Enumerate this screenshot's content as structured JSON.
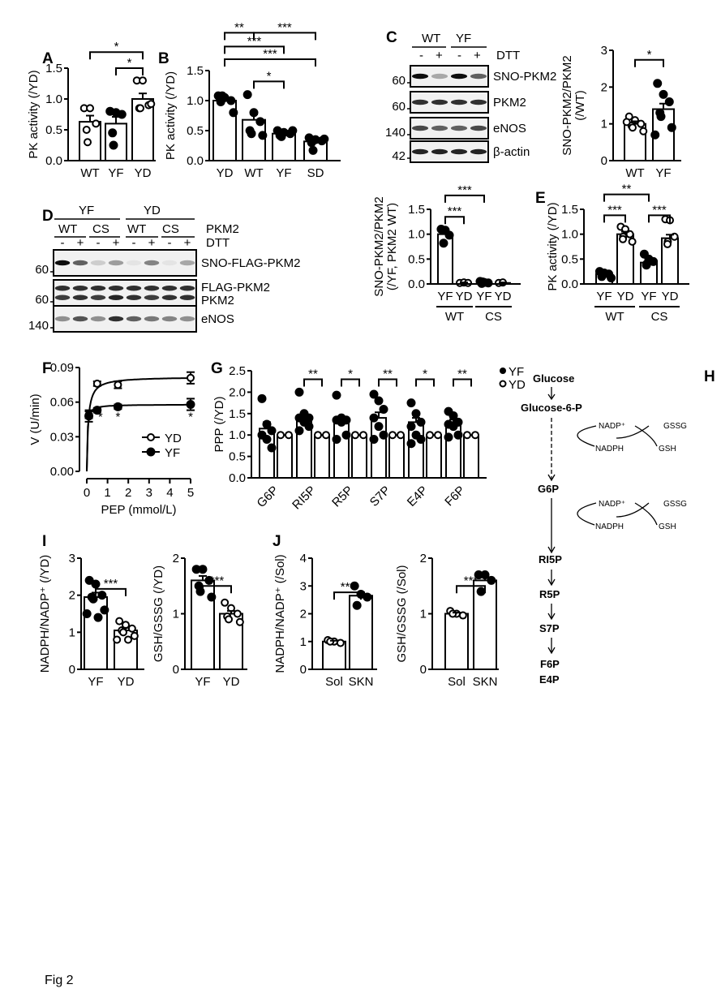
{
  "panels": [
    "A",
    "B",
    "C",
    "D",
    "E",
    "F",
    "G",
    "H",
    "I",
    "J"
  ],
  "figure_label": "Fig 2",
  "blot_c": {
    "groups": [
      "WT",
      "YF"
    ],
    "dtt": [
      "-",
      "+",
      "-",
      "+"
    ],
    "dtt_label": "DTT",
    "rows": [
      {
        "mw": "60",
        "label": "SNO-PKM2"
      },
      {
        "mw": "60",
        "label": "PKM2"
      },
      {
        "mw": "140",
        "label": "eNOS"
      },
      {
        "mw": "42",
        "label": "β-actin"
      }
    ]
  },
  "blot_d": {
    "groups": [
      "YF",
      "YD"
    ],
    "subgroups": [
      "WT",
      "CS",
      "WT",
      "CS"
    ],
    "subgroup_label": "PKM2",
    "dtt": [
      "-",
      "+",
      "-",
      "+",
      "-",
      "+",
      "-",
      "+"
    ],
    "dtt_label": "DTT",
    "rows": [
      {
        "mw": "60",
        "label": "SNO-FLAG-PKM2"
      },
      {
        "mw": "60",
        "label": "FLAG-PKM2",
        "label2": "PKM2"
      },
      {
        "mw": "140",
        "label": "eNOS"
      }
    ]
  },
  "pathway": {
    "glucose": "Glucose",
    "g6p_long": "Glucose-6-P",
    "nadp1": "NADP⁺",
    "gssg1": "GSSG",
    "nadph1": "NADPH",
    "gsh1": "GSH",
    "g6p": "G6P",
    "nadp2": "NADP⁺",
    "gssg2": "GSSG",
    "nadph2": "NADPH",
    "gsh2": "GSH",
    "ri5p": "RI5P",
    "r5p": "R5P",
    "s7p": "S7P",
    "f6p": "F6P",
    "e4p": "E4P"
  },
  "chart_data": [
    {
      "id": "A",
      "type": "bar",
      "ylabel": [
        "PK activity (/YD)"
      ],
      "ylim": [
        0,
        1.5
      ],
      "yticks": [
        0,
        0.5,
        1.0,
        1.5
      ],
      "ytick_labels": [
        "0.0",
        "0.5",
        "1.0",
        "1.5"
      ],
      "categories": [
        "WT",
        "YF",
        "YD"
      ],
      "values": [
        0.63,
        0.6,
        1.0
      ],
      "sem": [
        0.1,
        0.11,
        0.09
      ],
      "markers": [
        "open",
        "filled",
        "open"
      ],
      "points": [
        [
          0.85,
          0.85,
          0.6,
          0.5,
          0.3
        ],
        [
          0.8,
          0.78,
          0.75,
          0.45,
          0.25
        ],
        [
          1.3,
          1.3,
          0.9,
          0.85,
          0.85,
          0.92
        ]
      ],
      "brackets": [
        {
          "a": 0,
          "b": 2,
          "y": 1.76,
          "label": "*"
        },
        {
          "a": 1,
          "b": 2,
          "y": 1.5,
          "label": "*"
        }
      ]
    },
    {
      "id": "B",
      "type": "bar",
      "ylabel": [
        "PK activity (/YD)"
      ],
      "ylim": [
        0,
        1.5
      ],
      "yticks": [
        0,
        0.5,
        1.0,
        1.5
      ],
      "ytick_labels": [
        "0.0",
        "0.5",
        "1.0",
        "1.5"
      ],
      "categories": [
        "YD",
        "WT",
        "YF",
        "SD"
      ],
      "values": [
        1.0,
        0.68,
        0.45,
        0.32
      ],
      "sem": [
        0.03,
        0.09,
        0.03,
        0.03
      ],
      "markers": [
        "filled",
        "filled",
        "filled",
        "filled"
      ],
      "points": [
        [
          1.08,
          1.05,
          1.0,
          0.98,
          1.08,
          0.8
        ],
        [
          1.1,
          0.8,
          0.65,
          0.5,
          0.45,
          0.42
        ],
        [
          0.5,
          0.47,
          0.45,
          0.42,
          0.4,
          0.5
        ],
        [
          0.38,
          0.35,
          0.33,
          0.3,
          0.17,
          0.36
        ]
      ],
      "brackets": [
        {
          "a": 0,
          "b": 1,
          "y": 2.13,
          "label": "**"
        },
        {
          "a": 1,
          "b": 3,
          "y": 2.13,
          "label": "***"
        },
        {
          "a": 0,
          "b": 2,
          "y": 1.9,
          "label": "***"
        },
        {
          "a": 0,
          "b": 3,
          "y": 1.69,
          "label": "***"
        },
        {
          "a": 1,
          "b": 2,
          "y": 1.32,
          "label": "*"
        }
      ]
    },
    {
      "id": "C",
      "type": "bar",
      "ylabel": [
        "SNO-PKM2/PKM2",
        "(/WT)"
      ],
      "ylim": [
        0,
        3
      ],
      "yticks": [
        0,
        1,
        2,
        3
      ],
      "ytick_labels": [
        "0",
        "1",
        "2",
        "3"
      ],
      "categories": [
        "WT",
        "YF"
      ],
      "values": [
        1.0,
        1.4
      ],
      "sem": [
        0.07,
        0.15
      ],
      "markers": [
        "open",
        "filled"
      ],
      "points": [
        [
          1.2,
          1.1,
          1.0,
          0.95,
          0.9,
          0.8,
          1.05
        ],
        [
          2.1,
          1.8,
          1.6,
          1.3,
          1.2,
          0.9,
          0.7
        ]
      ],
      "brackets": [
        {
          "a": 0,
          "b": 1,
          "y": 2.74,
          "label": "*"
        }
      ]
    },
    {
      "id": "D",
      "type": "bar",
      "ylabel": [
        "SNO-PKM2/PKM2",
        "(/YF, PKM2 WT)"
      ],
      "ylim": [
        0,
        1.5
      ],
      "yticks": [
        0,
        0.5,
        1.0,
        1.5
      ],
      "ytick_labels": [
        "0.0",
        "0.5",
        "1.0",
        "1.5"
      ],
      "categories": [
        "YF",
        "YD",
        "YF",
        "YD"
      ],
      "groups": [
        {
          "label": "WT",
          "from": 0,
          "to": 1
        },
        {
          "label": "CS",
          "from": 2,
          "to": 3
        }
      ],
      "values": [
        1.0,
        0.02,
        0.03,
        0.02
      ],
      "sem": [
        0.06,
        0.01,
        0.02,
        0.01
      ],
      "markers": [
        "filled",
        "open",
        "filled",
        "open"
      ],
      "points": [
        [
          1.1,
          1.08,
          0.98,
          0.82
        ],
        [
          0.02,
          0.03,
          0.02
        ],
        [
          0.05,
          0.03,
          0.02,
          0.04,
          0.01
        ],
        [
          0.02,
          0.03
        ]
      ],
      "brackets": [
        {
          "a": 0,
          "b": 1,
          "y": 1.35,
          "label": "***"
        },
        {
          "a": 0,
          "b": 2,
          "y": 1.78,
          "label": "***"
        }
      ]
    },
    {
      "id": "E",
      "type": "bar",
      "ylabel": [
        "PK activity (/YD)"
      ],
      "ylim": [
        0,
        1.5
      ],
      "yticks": [
        0,
        0.5,
        1.0,
        1.5
      ],
      "ytick_labels": [
        "0.0",
        "0.5",
        "1.0",
        "1.5"
      ],
      "categories": [
        "YF",
        "YD",
        "YF",
        "YD"
      ],
      "groups": [
        {
          "label": "WT",
          "from": 0,
          "to": 1
        },
        {
          "label": "CS",
          "from": 2,
          "to": 3
        }
      ],
      "values": [
        0.2,
        1.0,
        0.43,
        0.92
      ],
      "sem": [
        0.02,
        0.05,
        0.04,
        0.07
      ],
      "markers": [
        "filled",
        "open",
        "filled",
        "open"
      ],
      "points": [
        [
          0.25,
          0.22,
          0.2,
          0.18,
          0.15,
          0.12
        ],
        [
          1.15,
          1.1,
          1.0,
          0.95,
          0.9,
          0.85
        ],
        [
          0.6,
          0.5,
          0.45,
          0.4,
          0.38
        ],
        [
          1.3,
          1.28,
          0.95,
          0.85,
          0.8
        ]
      ],
      "brackets": [
        {
          "a": 0,
          "b": 1,
          "y": 1.38,
          "label": "***"
        },
        {
          "a": 2,
          "b": 3,
          "y": 1.38,
          "label": "***"
        },
        {
          "a": 0,
          "b": 2,
          "y": 1.8,
          "label": "**"
        }
      ]
    },
    {
      "id": "F",
      "type": "line",
      "xlabel": "PEP (mmol/L)",
      "ylabel": [
        "V (U/min)"
      ],
      "xlim": [
        0,
        5
      ],
      "ylim": [
        0,
        0.09
      ],
      "xticks": [
        0,
        1,
        2,
        3,
        4,
        5
      ],
      "xtick_labels": [
        "0",
        "1",
        "2",
        "3",
        "4",
        "5"
      ],
      "yticks": [
        0,
        0.03,
        0.06,
        0.09
      ],
      "ytick_labels": [
        "0.00",
        "0.03",
        "0.06",
        "0.09"
      ],
      "series": [
        {
          "name": "YD",
          "marker": "open",
          "x": [
            0.1,
            0.5,
            1.5,
            5
          ],
          "y": [
            0.049,
            0.076,
            0.075,
            0.081
          ],
          "sem": [
            0.003,
            0.002,
            0.003,
            0.005
          ],
          "fit": {
            "Vmax": 0.082,
            "Km": 0.07
          }
        },
        {
          "name": "YF",
          "marker": "filled",
          "x": [
            0.1,
            0.5,
            1.5,
            5
          ],
          "y": [
            0.048,
            0.053,
            0.056,
            0.058
          ],
          "sem": [
            0.005,
            0.002,
            0.002,
            0.005
          ],
          "fit": {
            "Vmax": 0.058,
            "Km": 0.025
          }
        }
      ],
      "annotations": [
        {
          "x": 0.5,
          "label": "*"
        },
        {
          "x": 1.5,
          "label": "*"
        },
        {
          "x": 5,
          "label": "*"
        }
      ],
      "legend": "bottom-right"
    },
    {
      "id": "G",
      "type": "bar",
      "ylabel": [
        "PPP (/YD)"
      ],
      "ylim": [
        0,
        2.5
      ],
      "yticks": [
        0,
        0.5,
        1.0,
        1.5,
        2.0,
        2.5
      ],
      "ytick_labels": [
        "0.0",
        "0.5",
        "1.0",
        "1.5",
        "2.0",
        "2.5"
      ],
      "categories": [
        "G6P",
        "RI5P",
        "R5P",
        "S7P",
        "E4P",
        "F6P"
      ],
      "series": [
        {
          "name": "YF",
          "marker": "filled",
          "values": [
            1.15,
            1.4,
            1.3,
            1.4,
            1.3,
            1.3
          ],
          "sem": [
            0.15,
            0.1,
            0.1,
            0.13,
            0.1,
            0.06
          ],
          "points": [
            [
              1.85,
              1.25,
              1.1,
              1.0,
              0.9,
              0.7
            ],
            [
              2.0,
              1.5,
              1.4,
              1.4,
              1.3,
              1.2,
              1.1
            ],
            [
              1.93,
              1.4,
              1.35,
              1.35,
              1.3,
              1.0,
              0.9
            ],
            [
              1.95,
              1.8,
              1.6,
              1.4,
              1.2,
              1.0,
              0.9
            ],
            [
              1.75,
              1.5,
              1.3,
              1.2,
              1.0,
              0.9,
              0.8
            ],
            [
              1.55,
              1.45,
              1.3,
              1.25,
              1.2,
              1.0,
              0.95
            ]
          ]
        },
        {
          "name": "YD",
          "marker": "open",
          "values": [
            1.0,
            1.0,
            1.0,
            1.0,
            1.0,
            1.0
          ],
          "sem": [
            0,
            0,
            0,
            0,
            0,
            0
          ],
          "points": [
            [
              1,
              1
            ],
            [
              1,
              1
            ],
            [
              1,
              1
            ],
            [
              1,
              1
            ],
            [
              1,
              1
            ],
            [
              1,
              1
            ]
          ]
        }
      ],
      "significance": [
        "",
        "**",
        "*",
        "**",
        "*",
        "**"
      ],
      "legend": "top-right"
    },
    {
      "id": "I1",
      "type": "bar",
      "ylabel": [
        "NADPH/NADP⁺ (/YD)"
      ],
      "ylim": [
        0,
        3
      ],
      "yticks": [
        0,
        1,
        2,
        3
      ],
      "ytick_labels": [
        "0",
        "1",
        "2",
        "3"
      ],
      "categories": [
        "YF",
        "YD"
      ],
      "values": [
        1.95,
        1.05
      ],
      "sem": [
        0.12,
        0.07
      ],
      "markers": [
        "filled",
        "open"
      ],
      "points": [
        [
          2.4,
          2.3,
          2.0,
          1.95,
          1.9,
          1.6,
          1.5,
          1.4
        ],
        [
          1.3,
          1.2,
          1.1,
          1.05,
          1.0,
          0.9,
          0.8,
          0.8
        ]
      ],
      "brackets": [
        {
          "a": 0,
          "b": 1,
          "y": 2.17,
          "label": "***"
        }
      ]
    },
    {
      "id": "I2",
      "type": "bar",
      "ylabel": [
        "GSH/GSSG (/YD)"
      ],
      "ylim": [
        0,
        2
      ],
      "yticks": [
        0,
        1,
        2
      ],
      "ytick_labels": [
        "0",
        "1",
        "2"
      ],
      "categories": [
        "YF",
        "YD"
      ],
      "values": [
        1.6,
        1.0
      ],
      "sem": [
        0.08,
        0.05
      ],
      "markers": [
        "filled",
        "open"
      ],
      "points": [
        [
          1.8,
          1.8,
          1.6,
          1.5,
          1.4,
          1.3
        ],
        [
          1.2,
          1.1,
          1.0,
          0.95,
          0.9,
          0.85
        ]
      ],
      "brackets": [
        {
          "a": 0,
          "b": 1,
          "y": 1.5,
          "label": "***"
        }
      ]
    },
    {
      "id": "J1",
      "type": "bar",
      "ylabel": [
        "NADPH/NADP⁺ (/Sol)"
      ],
      "ylim": [
        0,
        4
      ],
      "yticks": [
        0,
        1,
        2,
        3,
        4
      ],
      "ytick_labels": [
        "0",
        "1",
        "2",
        "3",
        "4"
      ],
      "categories": [
        "Sol",
        "SKN"
      ],
      "values": [
        1.0,
        2.65
      ],
      "sem": [
        0.03,
        0.12
      ],
      "markers": [
        "open",
        "filled"
      ],
      "points": [
        [
          1.05,
          1.0,
          0.95,
          1.0
        ],
        [
          3.0,
          2.7,
          2.6,
          2.3
        ]
      ],
      "brackets": [
        {
          "a": 0,
          "b": 1,
          "y": 2.77,
          "label": "***"
        }
      ]
    },
    {
      "id": "J2",
      "type": "bar",
      "ylabel": [
        "GSH/GSSG (/Sol)"
      ],
      "ylim": [
        0,
        2
      ],
      "yticks": [
        0,
        1,
        2
      ],
      "ytick_labels": [
        "0",
        "1",
        "2"
      ],
      "categories": [
        "Sol",
        "SKN"
      ],
      "values": [
        1.0,
        1.6
      ],
      "sem": [
        0.02,
        0.07
      ],
      "markers": [
        "open",
        "filled"
      ],
      "points": [
        [
          1.05,
          1.0,
          0.97,
          1.0
        ],
        [
          1.7,
          1.7,
          1.6,
          1.4
        ]
      ],
      "brackets": [
        {
          "a": 0,
          "b": 1,
          "y": 1.5,
          "label": "***"
        }
      ]
    }
  ]
}
